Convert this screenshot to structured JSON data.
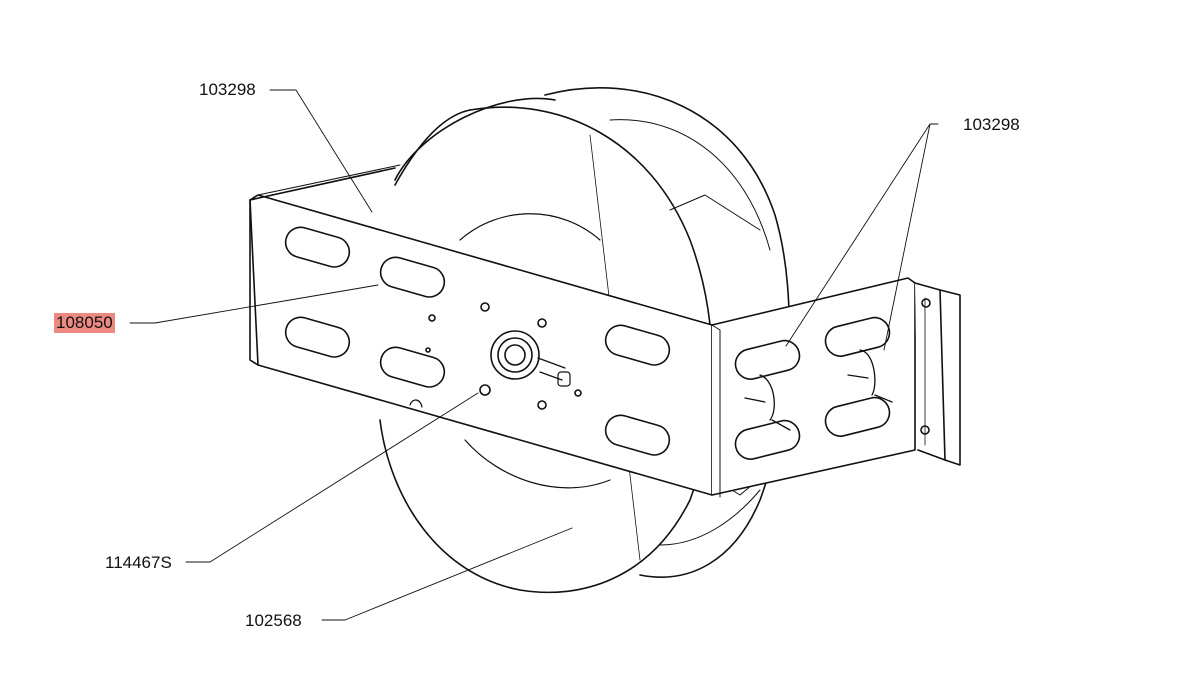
{
  "callouts": {
    "top_left": "103298",
    "top_right": "103298",
    "left": "108050",
    "bottom_mid": "114467S",
    "bottom": "102568"
  },
  "colors": {
    "highlight": "#ec8a82",
    "line": "#111111"
  }
}
